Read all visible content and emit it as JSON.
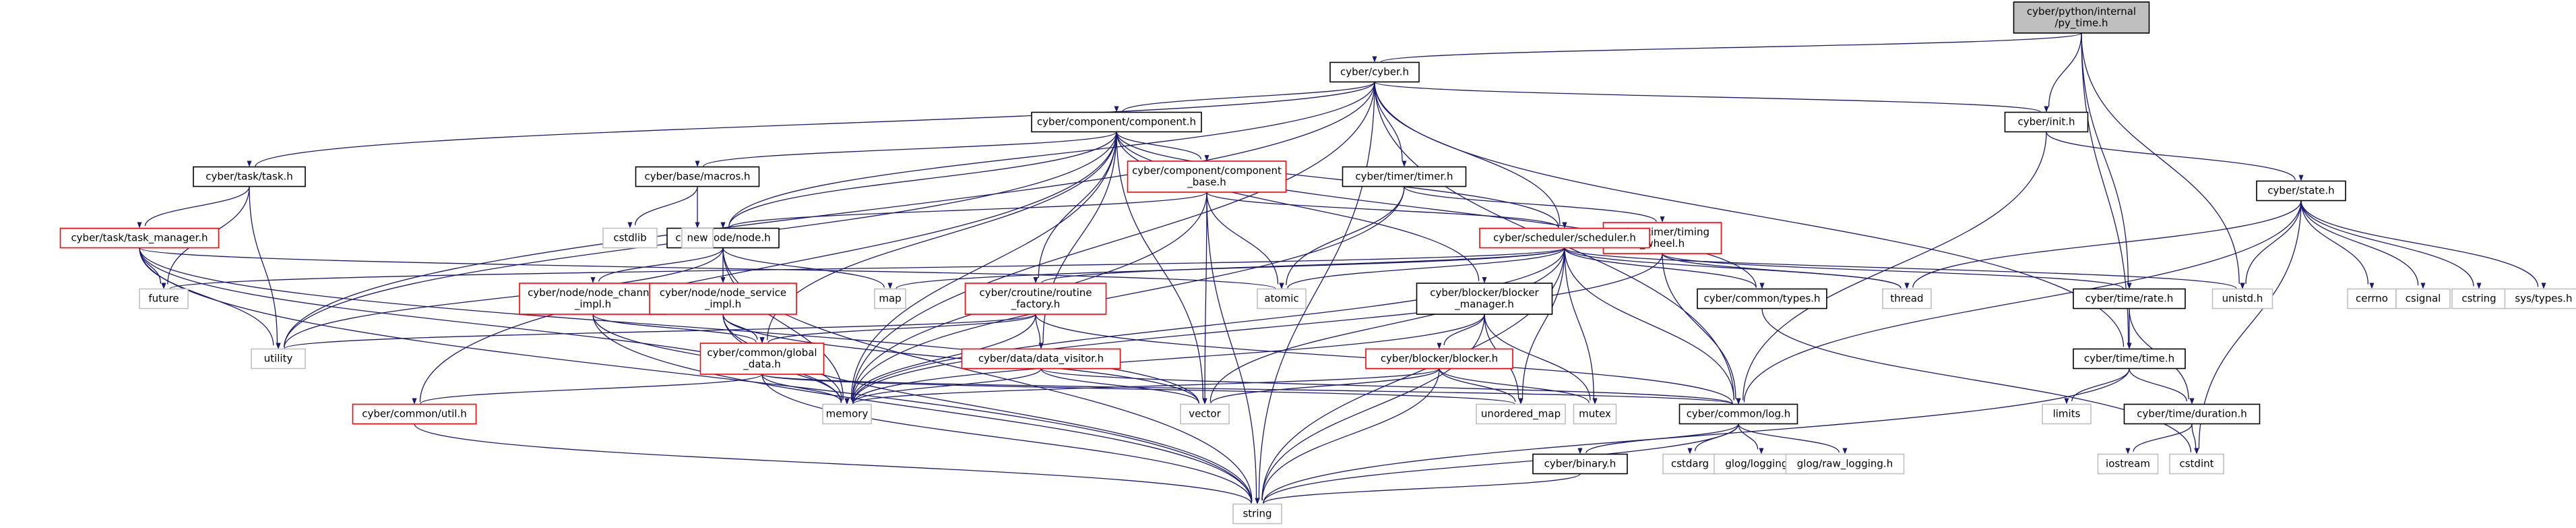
{
  "nodes": [
    {
      "id": "py_time",
      "lines": [
        "cyber/python/internal",
        "/py_time.h"
      ],
      "style": "gray"
    },
    {
      "id": "cyber_h",
      "lines": [
        "cyber/cyber.h"
      ],
      "style": "normal"
    },
    {
      "id": "init",
      "lines": [
        "cyber/init.h"
      ],
      "style": "normal"
    },
    {
      "id": "component",
      "lines": [
        "cyber/component/component.h"
      ],
      "style": "normal"
    },
    {
      "id": "task",
      "lines": [
        "cyber/task/task.h"
      ],
      "style": "normal"
    },
    {
      "id": "task_manager",
      "lines": [
        "cyber/task/task_manager.h"
      ],
      "style": "red"
    },
    {
      "id": "macros",
      "lines": [
        "cyber/base/macros.h"
      ],
      "style": "normal"
    },
    {
      "id": "component_base",
      "lines": [
        "cyber/component/component",
        "_base.h"
      ],
      "style": "red"
    },
    {
      "id": "timer",
      "lines": [
        "cyber/timer/timer.h"
      ],
      "style": "normal"
    },
    {
      "id": "timing_wheel",
      "lines": [
        "cyber/timer/timing",
        "_wheel.h"
      ],
      "style": "red"
    },
    {
      "id": "node",
      "lines": [
        "cyber/node/node.h"
      ],
      "style": "normal"
    },
    {
      "id": "scheduler",
      "lines": [
        "cyber/scheduler/scheduler.h"
      ],
      "style": "red"
    },
    {
      "id": "state",
      "lines": [
        "cyber/state.h"
      ],
      "style": "normal"
    },
    {
      "id": "node_channel",
      "lines": [
        "cyber/node/node_channel",
        "_impl.h"
      ],
      "style": "red"
    },
    {
      "id": "node_service",
      "lines": [
        "cyber/node/node_service",
        "_impl.h"
      ],
      "style": "red"
    },
    {
      "id": "routine_factory",
      "lines": [
        "cyber/croutine/routine",
        "_factory.h"
      ],
      "style": "red"
    },
    {
      "id": "blocker_manager",
      "lines": [
        "cyber/blocker/blocker",
        "_manager.h"
      ],
      "style": "normal"
    },
    {
      "id": "common_types",
      "lines": [
        "cyber/common/types.h"
      ],
      "style": "normal"
    },
    {
      "id": "rate",
      "lines": [
        "cyber/time/rate.h"
      ],
      "style": "normal"
    },
    {
      "id": "global_data",
      "lines": [
        "cyber/common/global",
        "_data.h"
      ],
      "style": "red"
    },
    {
      "id": "data_visitor",
      "lines": [
        "cyber/data/data_visitor.h"
      ],
      "style": "red"
    },
    {
      "id": "blocker",
      "lines": [
        "cyber/blocker/blocker.h"
      ],
      "style": "red"
    },
    {
      "id": "time",
      "lines": [
        "cyber/time/time.h"
      ],
      "style": "normal"
    },
    {
      "id": "util",
      "lines": [
        "cyber/common/util.h"
      ],
      "style": "red"
    },
    {
      "id": "log",
      "lines": [
        "cyber/common/log.h"
      ],
      "style": "normal"
    },
    {
      "id": "duration",
      "lines": [
        "cyber/time/duration.h"
      ],
      "style": "normal"
    },
    {
      "id": "binary",
      "lines": [
        "cyber/binary.h"
      ],
      "style": "normal"
    },
    {
      "id": "cstdlib",
      "lines": [
        "cstdlib"
      ],
      "style": "leaf"
    },
    {
      "id": "new",
      "lines": [
        "new"
      ],
      "style": "leaf"
    },
    {
      "id": "future",
      "lines": [
        "future"
      ],
      "style": "leaf"
    },
    {
      "id": "utility",
      "lines": [
        "utility"
      ],
      "style": "leaf"
    },
    {
      "id": "map",
      "lines": [
        "map"
      ],
      "style": "leaf"
    },
    {
      "id": "atomic",
      "lines": [
        "atomic"
      ],
      "style": "leaf"
    },
    {
      "id": "thread",
      "lines": [
        "thread"
      ],
      "style": "leaf"
    },
    {
      "id": "unistd",
      "lines": [
        "unistd.h"
      ],
      "style": "leaf"
    },
    {
      "id": "cerrno",
      "lines": [
        "cerrno"
      ],
      "style": "leaf"
    },
    {
      "id": "csignal",
      "lines": [
        "csignal"
      ],
      "style": "leaf"
    },
    {
      "id": "cstring",
      "lines": [
        "cstring"
      ],
      "style": "leaf"
    },
    {
      "id": "systypes",
      "lines": [
        "sys/types.h"
      ],
      "style": "leaf"
    },
    {
      "id": "memory",
      "lines": [
        "memory"
      ],
      "style": "leaf"
    },
    {
      "id": "vector",
      "lines": [
        "vector"
      ],
      "style": "leaf"
    },
    {
      "id": "unordered_map",
      "lines": [
        "unordered_map"
      ],
      "style": "leaf"
    },
    {
      "id": "mutex",
      "lines": [
        "mutex"
      ],
      "style": "leaf"
    },
    {
      "id": "limits",
      "lines": [
        "limits"
      ],
      "style": "leaf"
    },
    {
      "id": "iostream",
      "lines": [
        "iostream"
      ],
      "style": "leaf"
    },
    {
      "id": "cstdint",
      "lines": [
        "cstdint"
      ],
      "style": "leaf"
    },
    {
      "id": "cstdarg",
      "lines": [
        "cstdarg"
      ],
      "style": "leaf"
    },
    {
      "id": "glog_logging",
      "lines": [
        "glog/logging.h"
      ],
      "style": "leaf"
    },
    {
      "id": "glog_raw",
      "lines": [
        "glog/raw_logging.h"
      ],
      "style": "leaf"
    },
    {
      "id": "string",
      "lines": [
        "string"
      ],
      "style": "leaf"
    }
  ],
  "edges": [
    [
      "py_time",
      "cyber_h"
    ],
    [
      "py_time",
      "init"
    ],
    [
      "py_time",
      "time"
    ],
    [
      "py_time",
      "rate"
    ],
    [
      "py_time",
      "unistd"
    ],
    [
      "cyber_h",
      "component"
    ],
    [
      "cyber_h",
      "init"
    ],
    [
      "cyber_h",
      "task"
    ],
    [
      "cyber_h",
      "node"
    ],
    [
      "cyber_h",
      "timer"
    ],
    [
      "cyber_h",
      "scheduler"
    ],
    [
      "cyber_h",
      "time"
    ],
    [
      "cyber_h",
      "log"
    ],
    [
      "cyber_h",
      "memory"
    ],
    [
      "cyber_h",
      "string"
    ],
    [
      "cyber_h",
      "utility"
    ],
    [
      "init",
      "state"
    ],
    [
      "init",
      "log"
    ],
    [
      "state",
      "thread"
    ],
    [
      "state",
      "unistd"
    ],
    [
      "state",
      "cerrno"
    ],
    [
      "state",
      "csignal"
    ],
    [
      "state",
      "cstring"
    ],
    [
      "state",
      "systypes"
    ],
    [
      "state",
      "cstdint"
    ],
    [
      "state",
      "log"
    ],
    [
      "component",
      "macros"
    ],
    [
      "component",
      "component_base"
    ],
    [
      "component",
      "node"
    ],
    [
      "component",
      "scheduler"
    ],
    [
      "component",
      "routine_factory"
    ],
    [
      "component",
      "blocker_manager"
    ],
    [
      "component",
      "common_types"
    ],
    [
      "component",
      "global_data"
    ],
    [
      "component",
      "data_visitor"
    ],
    [
      "component",
      "util"
    ],
    [
      "component",
      "memory"
    ],
    [
      "component",
      "vector"
    ],
    [
      "component",
      "utility"
    ],
    [
      "task",
      "task_manager"
    ],
    [
      "task",
      "future"
    ],
    [
      "task",
      "utility"
    ],
    [
      "task_manager",
      "future"
    ],
    [
      "task_manager",
      "utility"
    ],
    [
      "task_manager",
      "memory"
    ],
    [
      "task_manager",
      "string"
    ],
    [
      "task_manager",
      "vector"
    ],
    [
      "task_manager",
      "atomic"
    ],
    [
      "macros",
      "cstdlib"
    ],
    [
      "macros",
      "new"
    ],
    [
      "component_base",
      "node"
    ],
    [
      "component_base",
      "scheduler"
    ],
    [
      "component_base",
      "atomic"
    ],
    [
      "component_base",
      "memory"
    ],
    [
      "component_base",
      "string"
    ],
    [
      "component_base",
      "vector"
    ],
    [
      "timer",
      "timing_wheel"
    ],
    [
      "timer",
      "atomic"
    ],
    [
      "timer",
      "memory"
    ],
    [
      "timing_wheel",
      "thread"
    ],
    [
      "timing_wheel",
      "log"
    ],
    [
      "timing_wheel",
      "rate"
    ],
    [
      "timing_wheel",
      "memory"
    ],
    [
      "node",
      "node_channel"
    ],
    [
      "node",
      "node_service"
    ],
    [
      "node",
      "map"
    ],
    [
      "node",
      "memory"
    ],
    [
      "node",
      "string"
    ],
    [
      "node",
      "utility"
    ],
    [
      "scheduler",
      "routine_factory"
    ],
    [
      "scheduler",
      "common_types"
    ],
    [
      "scheduler",
      "log"
    ],
    [
      "scheduler",
      "atomic"
    ],
    [
      "scheduler",
      "thread"
    ],
    [
      "scheduler",
      "map"
    ],
    [
      "scheduler",
      "memory"
    ],
    [
      "scheduler",
      "string"
    ],
    [
      "scheduler",
      "unordered_map"
    ],
    [
      "scheduler",
      "mutex"
    ],
    [
      "scheduler",
      "vector"
    ],
    [
      "scheduler",
      "unistd"
    ],
    [
      "scheduler",
      "future"
    ],
    [
      "node_channel",
      "global_data"
    ],
    [
      "node_channel",
      "memory"
    ],
    [
      "node_channel",
      "string"
    ],
    [
      "node_service",
      "global_data"
    ],
    [
      "node_service",
      "memory"
    ],
    [
      "node_service",
      "string"
    ],
    [
      "node_service",
      "vector"
    ],
    [
      "routine_factory",
      "global_data"
    ],
    [
      "routine_factory",
      "data_visitor"
    ],
    [
      "routine_factory",
      "log"
    ],
    [
      "routine_factory",
      "memory"
    ],
    [
      "routine_factory",
      "utility"
    ],
    [
      "blocker_manager",
      "blocker"
    ],
    [
      "blocker_manager",
      "memory"
    ],
    [
      "blocker_manager",
      "string"
    ],
    [
      "blocker_manager",
      "unordered_map"
    ],
    [
      "blocker_manager",
      "mutex"
    ],
    [
      "global_data",
      "util"
    ],
    [
      "global_data",
      "log"
    ],
    [
      "global_data",
      "memory"
    ],
    [
      "global_data",
      "string"
    ],
    [
      "global_data",
      "unordered_map"
    ],
    [
      "data_visitor",
      "log"
    ],
    [
      "data_visitor",
      "memory"
    ],
    [
      "data_visitor",
      "vector"
    ],
    [
      "blocker",
      "memory"
    ],
    [
      "blocker",
      "vector"
    ],
    [
      "blocker",
      "string"
    ],
    [
      "blocker",
      "mutex"
    ],
    [
      "blocker",
      "unordered_map"
    ],
    [
      "common_types",
      "cstdint"
    ],
    [
      "rate",
      "time"
    ],
    [
      "rate",
      "duration"
    ],
    [
      "time",
      "duration"
    ],
    [
      "time",
      "limits"
    ],
    [
      "time",
      "string"
    ],
    [
      "duration",
      "iostream"
    ],
    [
      "duration",
      "cstdint"
    ],
    [
      "util",
      "string"
    ],
    [
      "log",
      "binary"
    ],
    [
      "log",
      "cstdarg"
    ],
    [
      "log",
      "glog_logging"
    ],
    [
      "log",
      "glog_raw"
    ],
    [
      "log",
      "string"
    ],
    [
      "binary",
      "string"
    ]
  ]
}
